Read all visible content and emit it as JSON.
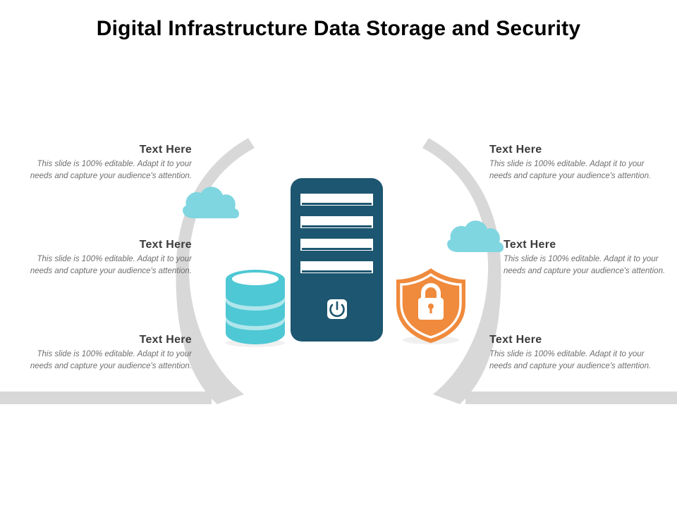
{
  "slide": {
    "title": "Digital Infrastructure Data Storage and Security",
    "background_color": "#ffffff"
  },
  "colors": {
    "title_text": "#000000",
    "heading_text": "#3b3b3b",
    "body_text": "#6e6e6e",
    "arc_gray": "#d6d6d6",
    "server_dark_teal": "#1d5670",
    "database_cyan": "#4ec8d4",
    "cloud_cyan": "#7fd6e0",
    "shield_orange": "#f08a3c",
    "icon_white": "#ffffff"
  },
  "blocks": {
    "left": [
      {
        "heading": "Text Here",
        "body": "This slide is 100% editable. Adapt it to your needs and capture your audience's attention."
      },
      {
        "heading": "Text Here",
        "body": "This slide is 100% editable. Adapt it to your needs and capture your audience's attention."
      },
      {
        "heading": "Text Here",
        "body": "This slide is 100% editable. Adapt it to your needs and capture your audience's attention."
      }
    ],
    "right": [
      {
        "heading": "Text Here",
        "body": "This slide is 100% editable. Adapt it to your needs and capture your audience's attention."
      },
      {
        "heading": "Text Here",
        "body": "This slide is 100% editable. Adapt it to your needs and capture your audience's attention."
      },
      {
        "heading": "Text Here",
        "body": "This slide is 100% editable. Adapt it to your needs and capture your audience's attention."
      }
    ]
  },
  "graphics": {
    "server": {
      "name": "server-tower-icon",
      "slot_count": 4,
      "power_button": "power-icon"
    },
    "database": {
      "name": "database-cylinder-icon",
      "disc_count": 3
    },
    "shield": {
      "name": "shield-lock-icon",
      "inner": "padlock-icon"
    },
    "clouds": [
      {
        "name": "cloud-icon-left"
      },
      {
        "name": "cloud-icon-right"
      }
    ],
    "arcs": [
      {
        "name": "arc-left"
      },
      {
        "name": "arc-right"
      }
    ]
  }
}
